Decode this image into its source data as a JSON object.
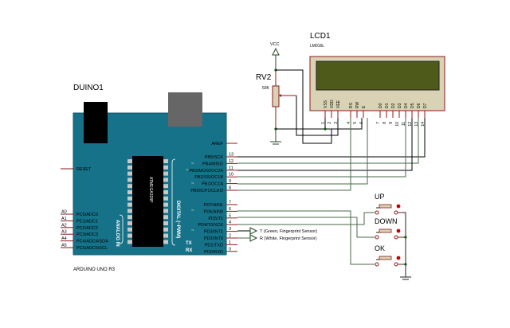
{
  "colors": {
    "board": "#157289",
    "wire_dark": "#000000",
    "wire_green": "#4a6a4a",
    "pin_red": "#8b1a1a",
    "lcd_body": "#d9d2b4",
    "lcd_screen": "#4e5a1a",
    "junction": "#0a5a0a",
    "button_red": "#cc0000"
  },
  "arduino": {
    "ref": "DUINO1",
    "model": "ARDUINO UNO R3",
    "aref": "AREF",
    "reset": "RESET",
    "analog_label": "ANALOG IN",
    "digital_label": "DIGITAL (~PWM)",
    "chip_label": "ATMEGA328P",
    "tx": "TX",
    "rx": "RX",
    "analog_pins": [
      {
        "name": "A0",
        "label": "PC0/ADC0"
      },
      {
        "name": "A1",
        "label": "PC1/ADC1"
      },
      {
        "name": "A2",
        "label": "PC2/ADC2"
      },
      {
        "name": "A3",
        "label": "PC3/ADC3"
      },
      {
        "name": "A4",
        "label": "PC4/ADC4/SDA"
      },
      {
        "name": "A5",
        "label": "PC5/ADC5/SCL"
      }
    ],
    "digital_pins_high": [
      {
        "num": "13",
        "label": "PB5/SCK"
      },
      {
        "num": "12",
        "label": "PB4/MISO"
      },
      {
        "num": "11",
        "label": "PB3/MOSI/OC2A"
      },
      {
        "num": "10",
        "label": "PB2/SS/OC1B"
      },
      {
        "num": "9",
        "label": "PB1/OC1A"
      },
      {
        "num": "8",
        "label": "PB0/ICP1/CLKO"
      }
    ],
    "digital_pins_low": [
      {
        "num": "7",
        "label": "PD7/AIN1"
      },
      {
        "num": "6",
        "label": "PD6/AIN0"
      },
      {
        "num": "5",
        "label": "PD5/T1"
      },
      {
        "num": "4",
        "label": "PD4/T0/XCK"
      },
      {
        "num": "3",
        "label": "PD3/INT1"
      },
      {
        "num": "2",
        "label": "PD2/INT0"
      },
      {
        "num": "1",
        "label": "PD1/TXD"
      },
      {
        "num": "0",
        "label": "PD0/RXD"
      }
    ]
  },
  "lcd": {
    "ref": "LCD1",
    "model": "LM016L",
    "pins": [
      {
        "num": "1",
        "label": "VSS"
      },
      {
        "num": "2",
        "label": "VDD"
      },
      {
        "num": "3",
        "label": "VEE"
      },
      {
        "num": "4",
        "label": "RS"
      },
      {
        "num": "5",
        "label": "RW"
      },
      {
        "num": "6",
        "label": "E"
      },
      {
        "num": "7",
        "label": "D0"
      },
      {
        "num": "8",
        "label": "D1"
      },
      {
        "num": "9",
        "label": "D2"
      },
      {
        "num": "10",
        "label": "D3"
      },
      {
        "num": "11",
        "label": "D4"
      },
      {
        "num": "12",
        "label": "D5"
      },
      {
        "num": "13",
        "label": "D6"
      },
      {
        "num": "14",
        "label": "D7"
      }
    ]
  },
  "pot": {
    "ref": "RV2",
    "value": "50K",
    "supply": "VCC"
  },
  "terminals": [
    {
      "pin": "3",
      "label": "T (Green, Fingerprint Sensor)"
    },
    {
      "pin": "2",
      "label": "R (White, Fingerprint Sensor)"
    }
  ],
  "buttons": [
    {
      "label": "UP"
    },
    {
      "label": "DOWN"
    },
    {
      "label": "OK"
    }
  ]
}
